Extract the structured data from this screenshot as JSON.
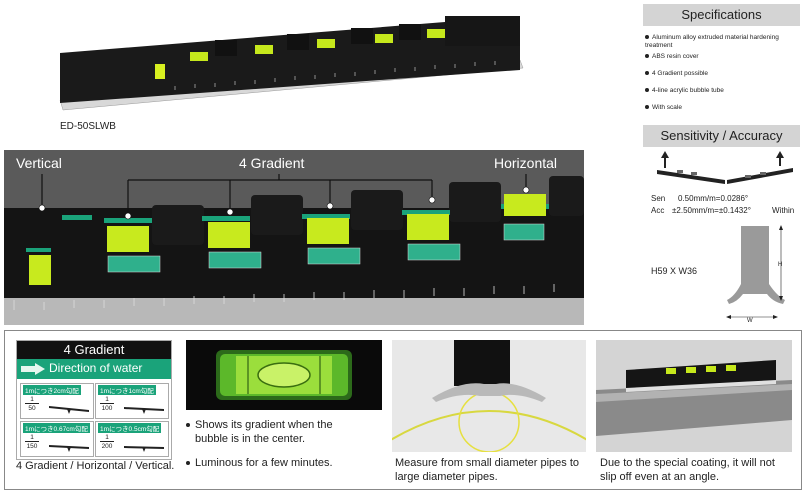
{
  "product": {
    "model": "ED-50SLWB"
  },
  "specifications": {
    "title": "Specifications",
    "items": [
      "Aluminum alloy extruded material hardening treatment",
      "ABS resin cover",
      "4 Gradient possible",
      "4-line acrylic bubble tube",
      "With scale"
    ]
  },
  "sensitivity": {
    "title": "Sensitivity / Accuracy",
    "sen_label": "Sen",
    "sen_value": "0.50mm/m=0.0286°",
    "acc_label": "Acc",
    "acc_value": "±2.50mm/m=±0.1432°",
    "within": "Within"
  },
  "dimensions": {
    "label": "H59 X W36",
    "h": "H",
    "w": "W"
  },
  "gradient_photo": {
    "vertical": "Vertical",
    "gradient": "4 Gradient",
    "horizontal": "Horizontal"
  },
  "gradient_panel": {
    "title": "4 Gradient",
    "direction": "Direction of water",
    "cells": [
      {
        "jp": "1mにつき2cm勾配",
        "num": "1",
        "den": "50"
      },
      {
        "jp": "1mにつき1cm勾配",
        "num": "1",
        "den": "100"
      },
      {
        "jp": "1mにつき0.67cm勾配",
        "num": "1",
        "den": "150"
      },
      {
        "jp": "1mにつき0.5cm勾配",
        "num": "1",
        "den": "200"
      }
    ],
    "caption": "4 Gradient / Horizontal / Vertical."
  },
  "bubble_panel": {
    "bullet1": "Shows its gradient when the bubble is in the center.",
    "bullet2": "Luminous for a few minutes."
  },
  "pipe_panel": {
    "caption": "Measure from small diameter pipes to large diameter pipes."
  },
  "coating_panel": {
    "caption": "Due to the special coating, it will not slip off even at an angle."
  },
  "colors": {
    "accent_green": "#1aa37a",
    "bubble_yellow": "#d8f020",
    "spec_gray": "#d4d4d4"
  }
}
